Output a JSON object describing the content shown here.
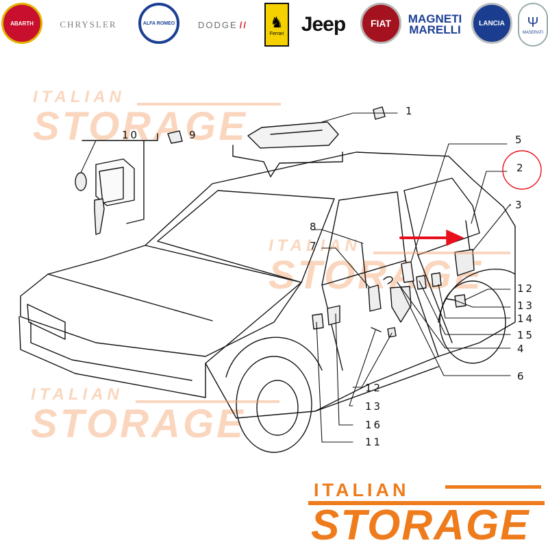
{
  "brands": {
    "abarth": "ABARTH",
    "chrysler": "CHRYSLER",
    "alfa_romeo": "ALFA ROMEO",
    "dodge": "DODGE",
    "ferrari": "Ferrari",
    "jeep": "Jeep",
    "fiat": "FIAT",
    "magneti_marelli_line1": "MAGNETI",
    "magneti_marelli_line2": "MARELLI",
    "lancia": "LANCIA",
    "maserati": "MASERATI"
  },
  "watermark": {
    "top": "ITALIAN",
    "bottom": "STORAGE"
  },
  "footer_logo": {
    "top": "ITALIAN",
    "bottom": "STORAGE"
  },
  "colors": {
    "brand_orange": "#ee7b1c",
    "watermark": "#f5a56e",
    "highlight_red": "#e8101c",
    "line": "#111111"
  },
  "callouts": {
    "n1": "1",
    "n2": "2",
    "n3": "3",
    "n4": "4",
    "n5": "5",
    "n6": "6",
    "n7": "7",
    "n8": "8",
    "n9": "9",
    "n10": "10",
    "n11": "11",
    "n12a": "12",
    "n12b": "12",
    "n13a": "13",
    "n13b": "13",
    "n14": "14",
    "n15": "15",
    "n16": "16"
  },
  "highlighted_part": "2"
}
